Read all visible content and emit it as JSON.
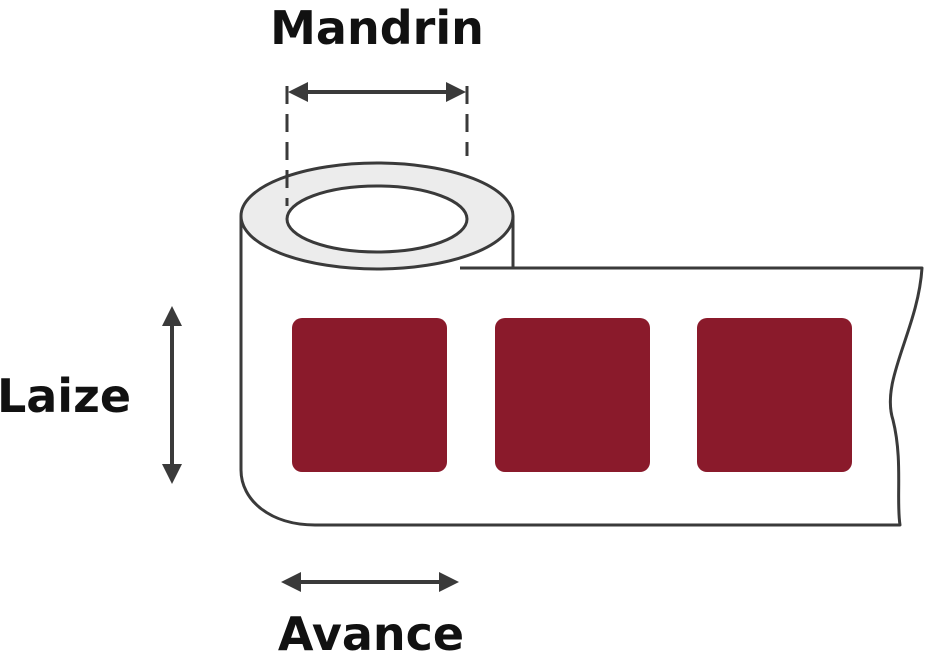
{
  "labels": {
    "mandrin": "Mandrin",
    "laize": "Laize",
    "avance": "Avance"
  },
  "colors": {
    "label_fill": "#8a1a2b",
    "outline": "#3a3a3a",
    "core_ring": "#ececec",
    "text": "#111111"
  },
  "label_count": 3
}
